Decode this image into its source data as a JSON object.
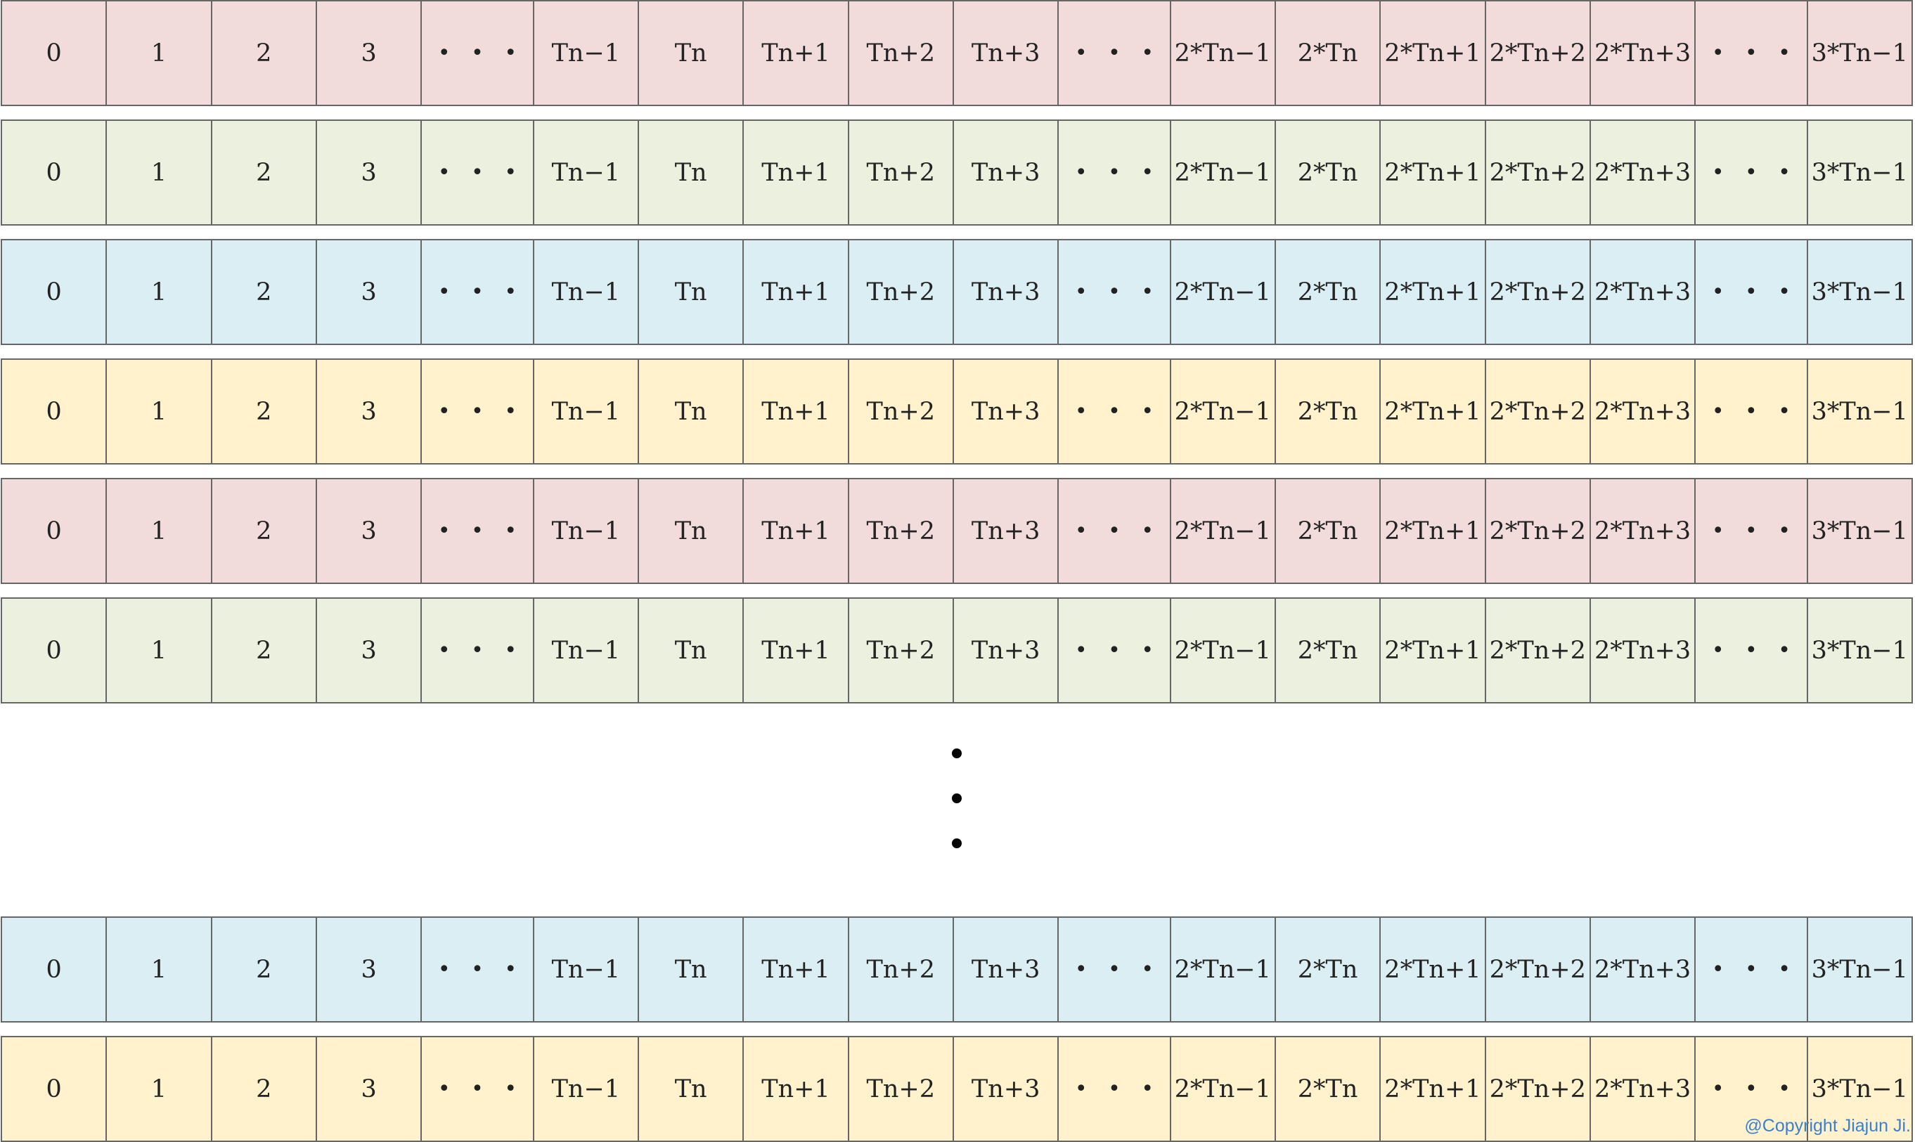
{
  "colors": {
    "pink": "#f2dbdb",
    "green": "#ebf1de",
    "blue": "#dbeef3",
    "yellow": "#fff2cc",
    "border": "#666666",
    "copyright": "#3a7fd0"
  },
  "cells": [
    "0",
    "1",
    "2",
    "3",
    "• • •",
    "Tn−1",
    "Tn",
    "Tn+1",
    "Tn+2",
    "Tn+3",
    "• • •",
    "2*Tn−1",
    "2*Tn",
    "2*Tn+1",
    "2*Tn+2",
    "2*Tn+3",
    "• • •",
    "3*Tn−1"
  ],
  "rows": [
    {
      "color": "pink"
    },
    {
      "color": "green"
    },
    {
      "color": "blue"
    },
    {
      "color": "yellow"
    },
    {
      "color": "pink"
    },
    {
      "color": "green"
    },
    {
      "color": "blue"
    },
    {
      "color": "yellow"
    }
  ],
  "copyright": "@Copyright Jiajun Ji."
}
